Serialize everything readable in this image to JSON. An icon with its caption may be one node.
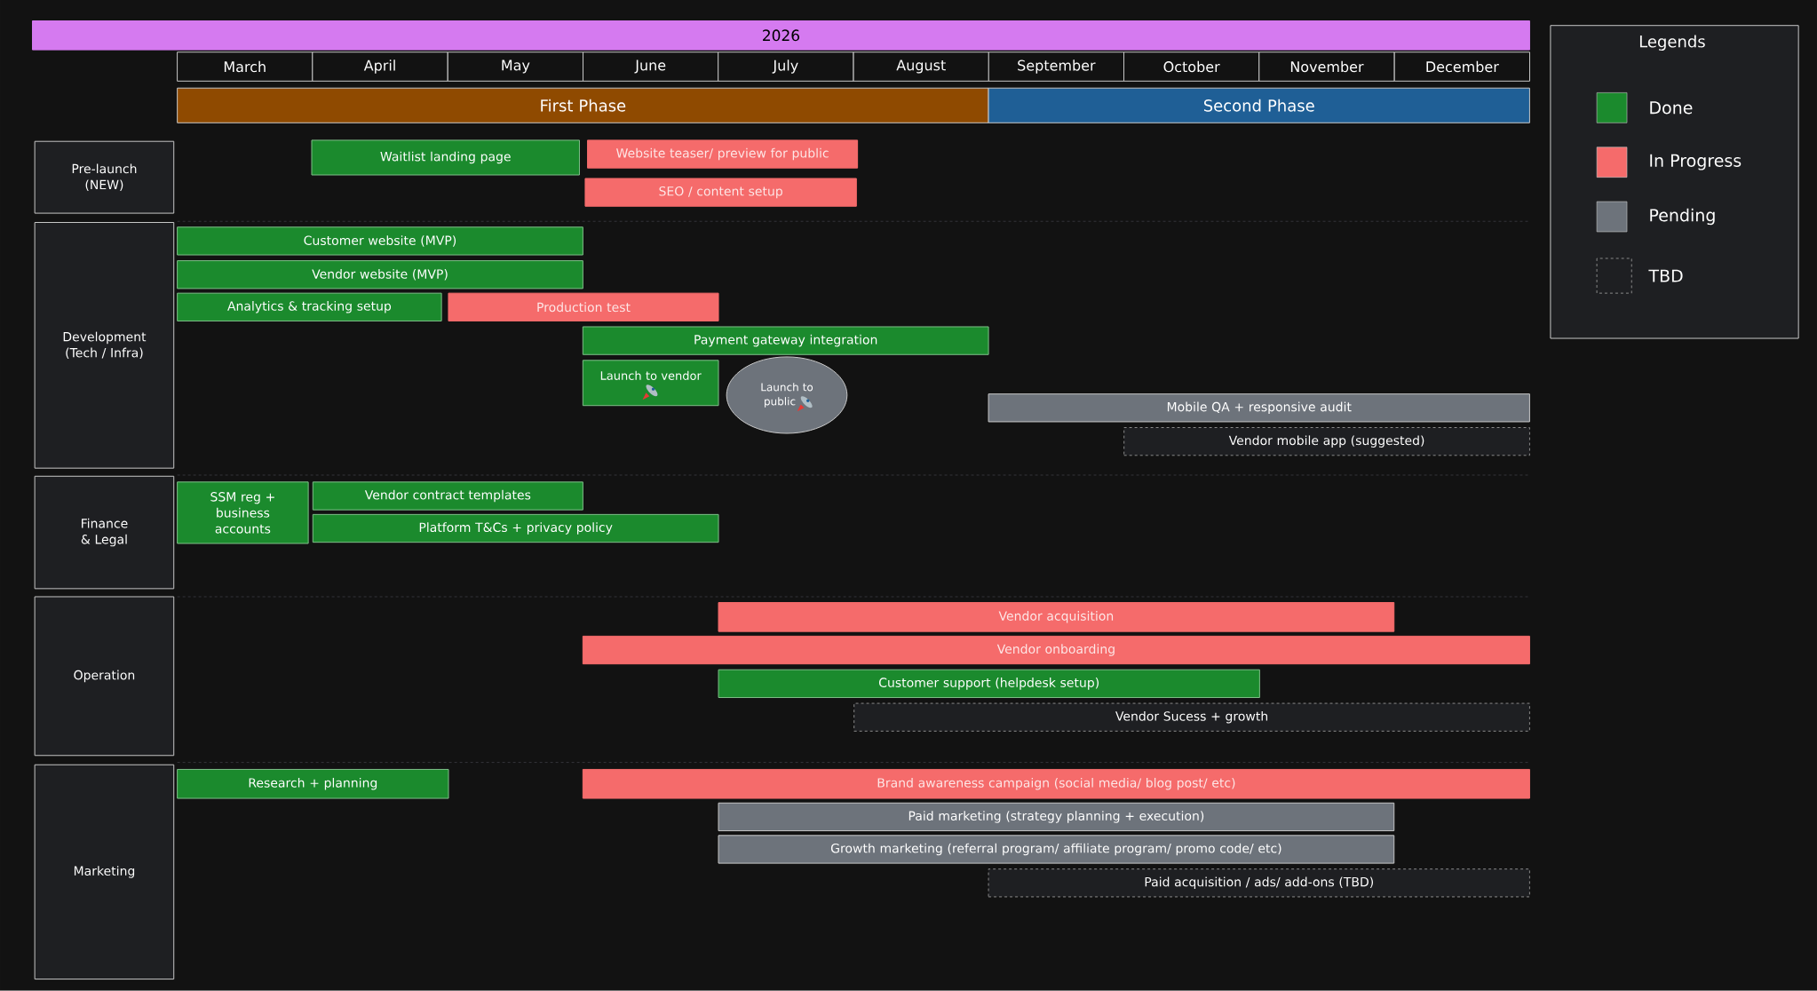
{
  "diagram": {
    "nodes": [
      {
        "text": [
          "2026"
        ]
      },
      {
        "text": [
          "March"
        ]
      },
      {
        "text": [
          "April"
        ]
      },
      {
        "text": [
          "May"
        ]
      },
      {
        "text": [
          "June"
        ]
      },
      {
        "text": [
          "July"
        ]
      },
      {
        "text": [
          "August"
        ]
      },
      {
        "text": [
          "September"
        ]
      },
      {
        "text": [
          "October"
        ]
      },
      {
        "text": [
          "November"
        ]
      },
      {
        "text": [
          "December"
        ]
      },
      {
        "text": [
          "First Phase"
        ]
      },
      {
        "text": [
          "Second Phase"
        ]
      },
      {
        "text": [
          "Pre-launch (NEW)"
        ]
      },
      {
        "text": [
          "Waitlist landing page"
        ]
      },
      {
        "text": [
          "Website teaser/ preview for public"
        ]
      },
      {
        "text": [
          "SEO / content setup"
        ]
      },
      {
        "text": [
          "Development (Tech / Infra)"
        ]
      },
      {
        "text": [
          "Customer website (MVP)"
        ]
      },
      {
        "text": [
          "Vendor website (MVP)"
        ]
      },
      {
        "text": [
          "Analytics & tracking setup"
        ]
      },
      {
        "text": [
          "Production test"
        ]
      },
      {
        "text": [
          "Payment gateway integration"
        ]
      },
      {
        "text": [
          "Launch to vendor"
        ]
      },
      {
        "text": [
          "Launch to public"
        ]
      },
      {
        "text": [
          "Mobile QA + responsive audit"
        ]
      },
      {
        "text": [
          "Vendor mobile app (suggested)"
        ]
      },
      {
        "text": [
          "Finance & Legal"
        ]
      },
      {
        "text": [
          "SSM reg + business accounts"
        ]
      },
      {
        "text": [
          "Vendor contract templates"
        ]
      },
      {
        "text": [
          "Platform T&Cs + privacy policy"
        ]
      },
      {
        "text": [
          "Operation"
        ]
      },
      {
        "text": [
          "Vendor acquisition"
        ]
      },
      {
        "text": [
          "Vendor onboarding"
        ]
      },
      {
        "text": [
          "Customer support (helpdesk setup)"
        ]
      },
      {
        "text": [
          "Vendor Sucess + growth"
        ]
      },
      {
        "text": [
          "Marketing"
        ]
      },
      {
        "text": [
          "Research + planning"
        ]
      },
      {
        "text": [
          "Brand awareness campaign (social media/ blog post/ etc)"
        ]
      },
      {
        "text": [
          "Paid marketing (strategy planning + execution)"
        ]
      },
      {
        "text": [
          "Growth marketing (referral program/ affiliate program/ promo code/ etc)"
        ]
      },
      {
        "text": [
          "Paid acquisition / ads/ add-ons (TBD)"
        ]
      }
    ],
    "labels": [
      "Legends"
    ],
    "legend": [
      {
        "text": "Done",
        "color": "#1b8a2d"
      },
      {
        "text": "In Progress",
        "color": "#f56b6b"
      },
      {
        "text": "Pending",
        "color": "#6d737b"
      },
      {
        "text": "TBD"
      }
    ]
  }
}
